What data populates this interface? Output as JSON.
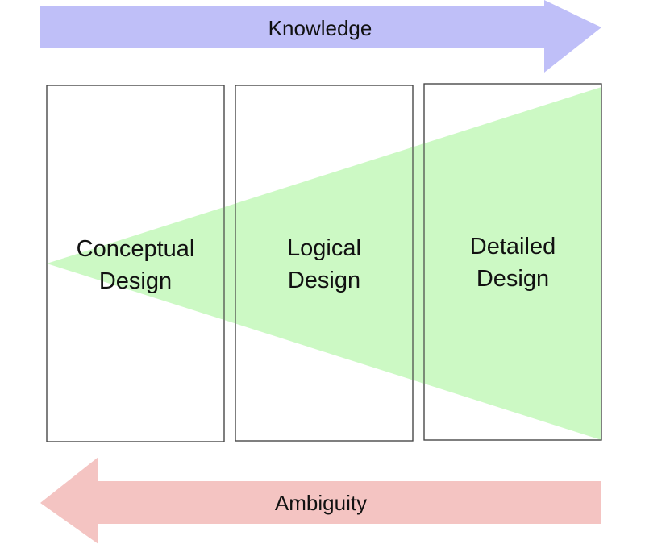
{
  "top_arrow": {
    "label": "Knowledge",
    "color": "#bfbff8"
  },
  "bottom_arrow": {
    "label": "Ambiguity",
    "color": "#f4c4c2"
  },
  "wedge": {
    "color": "#ccf9c4"
  },
  "box_border_color": "#444444",
  "stages": [
    {
      "line1": "Conceptual",
      "line2": "Design"
    },
    {
      "line1": "Logical",
      "line2": "Design"
    },
    {
      "line1": "Detailed",
      "line2": "Design"
    }
  ]
}
